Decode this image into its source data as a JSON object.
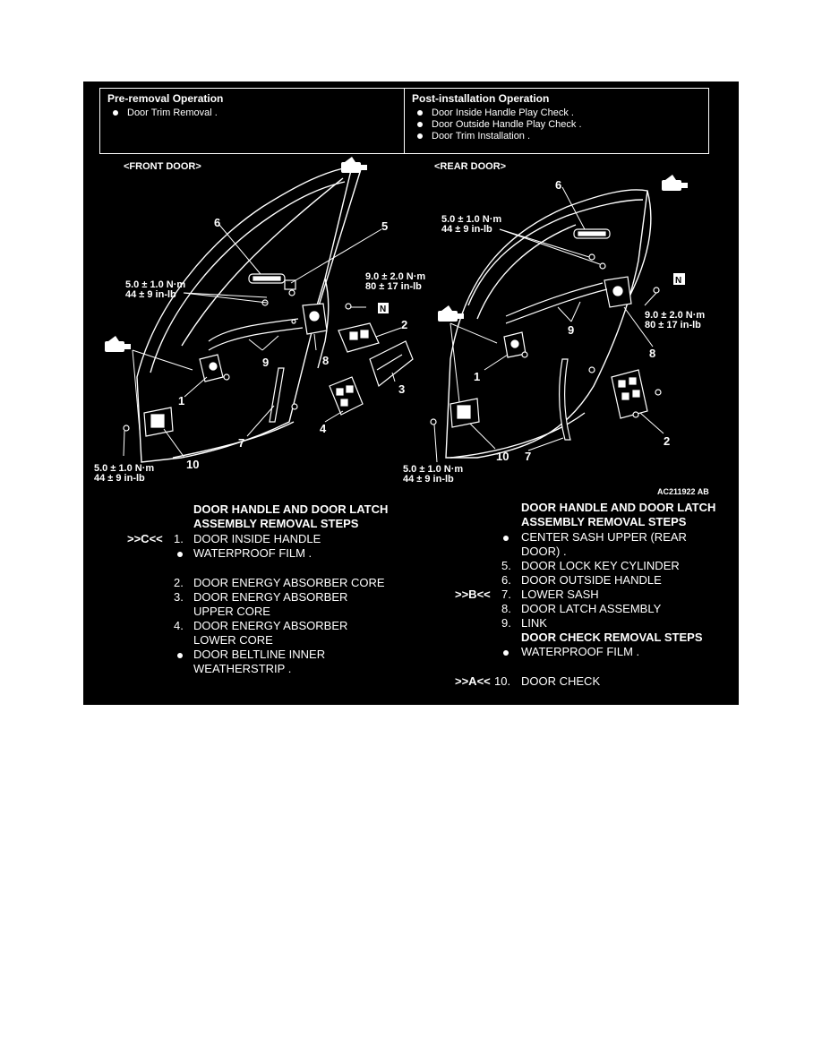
{
  "pre_removal": {
    "heading": "Pre-removal Operation",
    "items": [
      "Door Trim Removal ."
    ]
  },
  "post_installation": {
    "heading": "Post-installation Operation",
    "items": [
      "Door Inside Handle Play Check .",
      "Door Outside Handle Play Check .",
      "Door Trim Installation ."
    ]
  },
  "diagram": {
    "front_label": "<FRONT DOOR>",
    "rear_label": "<REAR DOOR>",
    "figure_id": "AC211922 AB",
    "torque_5_nm": "5.0 ± 1.0 N·m",
    "torque_5_inlb": "44 ± 9 in-lb",
    "torque_9_nm": "9.0 ± 2.0 N·m",
    "torque_9_inlb": "80 ± 17 in-lb",
    "n_mark": "N",
    "callouts_front": [
      "6",
      "5",
      "2",
      "9",
      "8",
      "1",
      "3",
      "4",
      "7",
      "10"
    ],
    "callouts_rear": [
      "6",
      "9",
      "8",
      "1",
      "2",
      "10",
      "7"
    ]
  },
  "left_steps": {
    "heading_1": "DOOR HANDLE AND DOOR LATCH",
    "heading_2": "ASSEMBLY REMOVAL STEPS",
    "marker_c": ">>C<<",
    "n1": "1.",
    "s1": "DOOR INSIDE HANDLE",
    "s_wp": "WATERPROOF FILM .",
    "n2": "2.",
    "s2": "DOOR ENERGY ABSORBER CORE",
    "n3": "3.",
    "s3a": "DOOR ENERGY ABSORBER",
    "s3b": "UPPER CORE",
    "n4": "4.",
    "s4a": "DOOR ENERGY ABSORBER",
    "s4b": "LOWER CORE",
    "s_bl_a": "DOOR BELTLINE INNER",
    "s_bl_b": "WEATHERSTRIP ."
  },
  "right_steps": {
    "heading_1": "DOOR HANDLE AND DOOR LATCH",
    "heading_2": "ASSEMBLY REMOVAL STEPS",
    "s_cs_a": "CENTER SASH UPPER (REAR",
    "s_cs_b": "DOOR) .",
    "n5": "5.",
    "s5": "DOOR LOCK KEY CYLINDER",
    "n6": "6.",
    "s6": "DOOR OUTSIDE HANDLE",
    "marker_b": ">>B<<",
    "n7": "7.",
    "s7": "LOWER SASH",
    "n8": "8.",
    "s8": "DOOR LATCH ASSEMBLY",
    "n9": "9.",
    "s9": "LINK",
    "check_heading": "DOOR CHECK REMOVAL STEPS",
    "s_wp": "WATERPROOF FILM .",
    "marker_a": ">>A<<",
    "n10": "10.",
    "s10": "DOOR CHECK"
  }
}
